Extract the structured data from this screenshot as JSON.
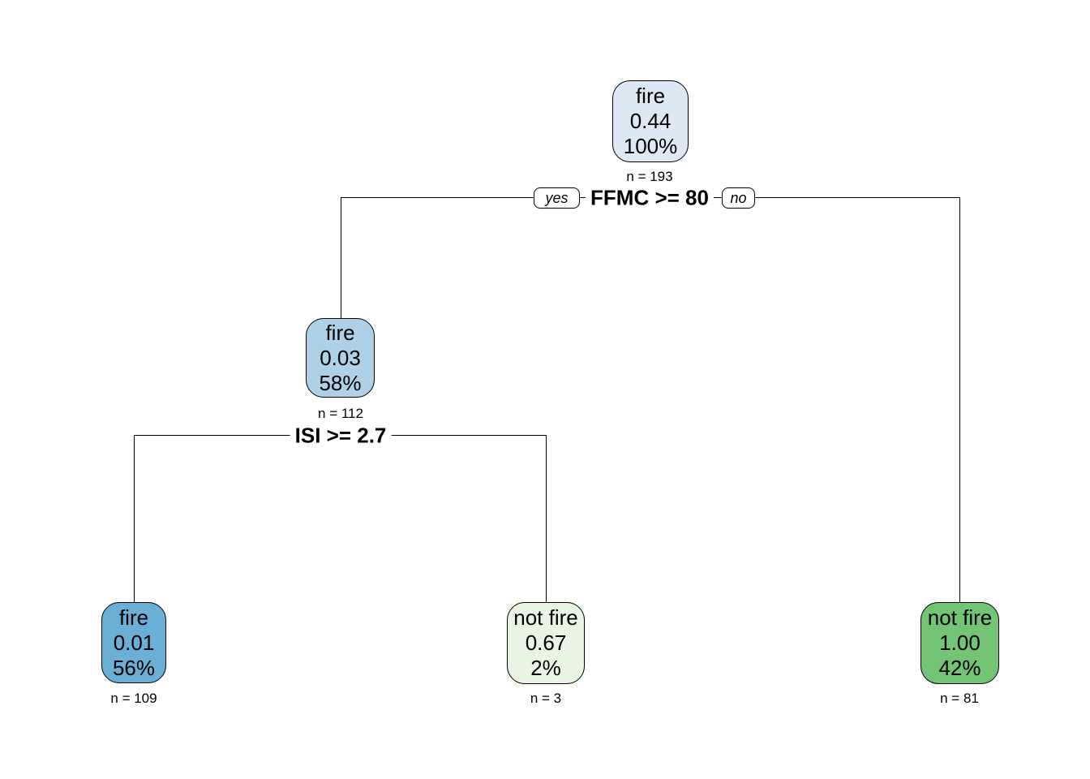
{
  "plot": {
    "type": "decision-tree",
    "background": "#ffffff",
    "line_color": "#000000"
  },
  "nodes": {
    "root": {
      "class_label": "fire",
      "prob": "0.44",
      "coverage": "100%",
      "n_label": "n = 193",
      "fill": "#dce9f5"
    },
    "internal": {
      "class_label": "fire",
      "prob": "0.03",
      "coverage": "58%",
      "n_label": "n = 112",
      "fill": "#aed1e7"
    },
    "leaf_left": {
      "class_label": "fire",
      "prob": "0.01",
      "coverage": "56%",
      "n_label": "n = 109",
      "fill": "#6baed6"
    },
    "leaf_middle": {
      "class_label": "not fire",
      "prob": "0.67",
      "coverage": "2%",
      "n_label": "n = 3",
      "fill": "#e8f5e2"
    },
    "leaf_right": {
      "class_label": "not fire",
      "prob": "1.00",
      "coverage": "42%",
      "n_label": "n = 81",
      "fill": "#74c476"
    }
  },
  "splits": {
    "root_split": {
      "condition": "FFMC >= 80",
      "yes_label": "yes",
      "no_label": "no"
    },
    "internal_split": {
      "condition": "ISI >= 2.7"
    }
  }
}
